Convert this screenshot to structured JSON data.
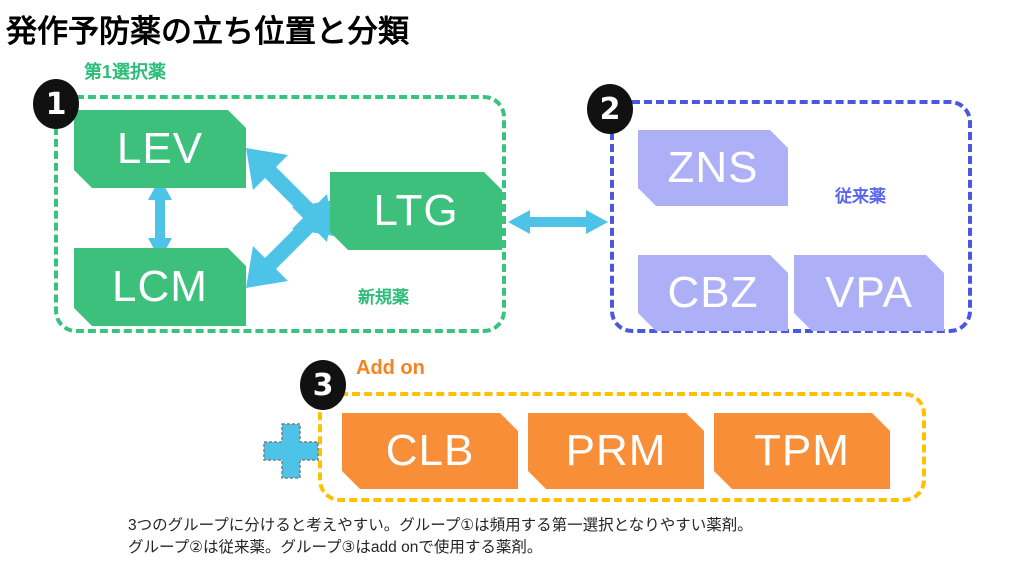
{
  "title": "発作予防薬の立ち位置と分類",
  "colors": {
    "green": "#3ec07d",
    "green_dash": "#38c47f",
    "purple": "#aeb0f7",
    "purple_dash": "#4a57e0",
    "purple_text": "#5a66ef",
    "orange": "#f98e38",
    "orange_text": "#f5831f",
    "yellow_dash": "#ffc000",
    "arrow_cyan": "#4ec3e8",
    "badge_black": "#111111",
    "text_black": "#000000"
  },
  "groups": [
    {
      "number": "1",
      "caption": "第1選択薬",
      "inner_label": "新規薬",
      "border_color": "#38c47f",
      "drugs": [
        {
          "code": "LEV"
        },
        {
          "code": "LCM"
        },
        {
          "code": "LTG"
        }
      ]
    },
    {
      "number": "2",
      "caption": "",
      "inner_label": "従来薬",
      "border_color": "#4a57e0",
      "drugs": [
        {
          "code": "ZNS"
        },
        {
          "code": "CBZ"
        },
        {
          "code": "VPA"
        }
      ]
    },
    {
      "number": "3",
      "caption": "Add on",
      "inner_label": "",
      "border_color": "#ffc000",
      "drugs": [
        {
          "code": "CLB"
        },
        {
          "code": "PRM"
        },
        {
          "code": "TPM"
        }
      ]
    }
  ],
  "arrows": [
    {
      "name": "lev-lcm",
      "style": "double-headed-vertical"
    },
    {
      "name": "lev-ltg",
      "style": "double-headed-diagonal"
    },
    {
      "name": "lcm-ltg",
      "style": "double-headed-diagonal"
    },
    {
      "name": "ltg-group2",
      "style": "double-headed-horizontal"
    }
  ],
  "plus_sign": "plus-icon",
  "footer": {
    "line1": "3つのグループに分けると考えやすい。グループ①は頻用する第一選択となりやすい薬剤。",
    "line2": "グループ②は従来薬。グループ③はadd onで使用する薬剤。"
  }
}
